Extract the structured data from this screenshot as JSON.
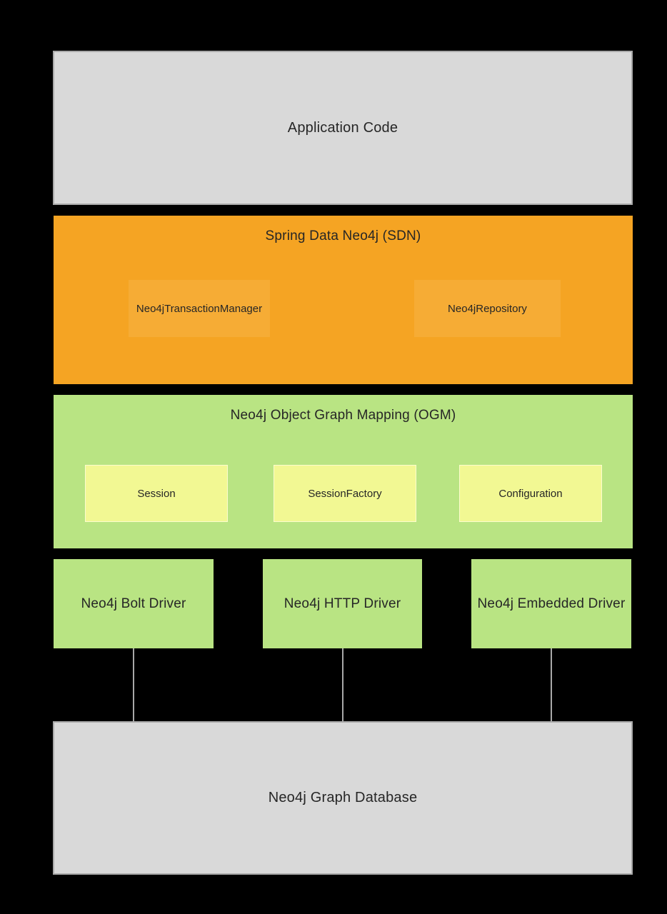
{
  "colors": {
    "background": "#000000",
    "gray_fill": "#d9d9d9",
    "gray_border": "#a9a9a9",
    "orange_fill": "#f5a423",
    "orange_inner_fill": "#f6ac35",
    "green_fill": "#b9e483",
    "yellow_fill": "#f2f893",
    "connector_line": "#a9a9a9",
    "text": "#262626"
  },
  "layers": {
    "application": {
      "label": "Application Code"
    },
    "sdn": {
      "title": "Spring Data Neo4j (SDN)",
      "children": [
        {
          "label": "Neo4jTransactionManager"
        },
        {
          "label": "Neo4jRepository"
        }
      ]
    },
    "ogm": {
      "title": "Neo4j Object Graph Mapping (OGM)",
      "children": [
        {
          "label": "Session"
        },
        {
          "label": "SessionFactory"
        },
        {
          "label": "Configuration"
        }
      ]
    },
    "drivers": [
      {
        "label": "Neo4j Bolt Driver"
      },
      {
        "label": "Neo4j HTTP Driver"
      },
      {
        "label": "Neo4j Embedded Driver"
      }
    ],
    "database": {
      "label": "Neo4j Graph Database"
    }
  }
}
